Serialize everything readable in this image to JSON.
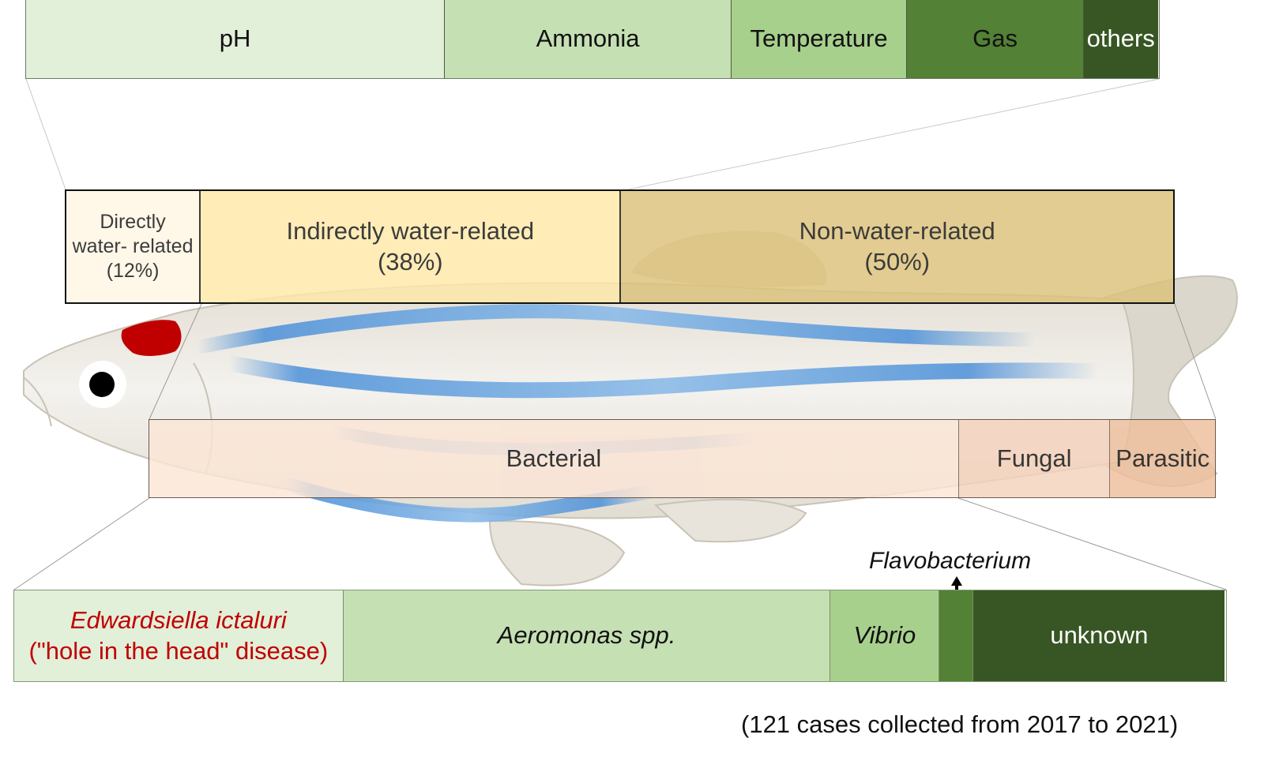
{
  "figure": {
    "footnote": "(121 cases collected from 2017 to 2021)"
  },
  "water_parameters_bar": {
    "segments": [
      {
        "label": "pH",
        "share": 36.9,
        "color": "#e2efd9",
        "text_color": "#111111"
      },
      {
        "label": "Ammonia",
        "share": 25.3,
        "color": "#c5e0b3",
        "text_color": "#111111"
      },
      {
        "label": "Temperature",
        "share": 15.5,
        "color": "#a8d08d",
        "text_color": "#111111"
      },
      {
        "label": "Gas",
        "share": 15.6,
        "color": "#538135",
        "text_color": "#111111"
      },
      {
        "label": "others",
        "share": 6.6,
        "color": "#375623",
        "text_color": "#ffffff"
      }
    ]
  },
  "main_category_bar": {
    "segments": [
      {
        "label_line1": "Directly",
        "label_line2": "water- related",
        "label_line3": "(12%)",
        "share": 12,
        "color": "#fff6e3",
        "text_color": "#111111"
      },
      {
        "label_line1": "Indirectly water-related",
        "label_line2": "(38%)",
        "share": 38,
        "color": "#ffe8a8",
        "text_color": "#111111"
      },
      {
        "label_line1": "Non-water-related",
        "label_line2": "(50%)",
        "share": 50,
        "color": "#dcc27a",
        "text_color": "#111111"
      }
    ]
  },
  "disease_type_bar": {
    "segments": [
      {
        "label": "Bacterial",
        "share": 75.9,
        "color": "#fbe5d6",
        "text_color": "#111111"
      },
      {
        "label": "Fungal",
        "share": 14.2,
        "color": "#f5d3bd",
        "text_color": "#111111"
      },
      {
        "label": "Parasitic",
        "share": 9.9,
        "color": "#efbf9d",
        "text_color": "#111111"
      }
    ]
  },
  "bacterial_pathogen_bar": {
    "segments": [
      {
        "label_line1": "Edwardsiella ictaluri",
        "label_line2": "(\"hole in the head\" disease)",
        "share": 27.1,
        "color": "#e2efd9",
        "text_color": "#c00000"
      },
      {
        "label": "Aeromonas spp.",
        "share": 40.2,
        "color": "#c5e0b3",
        "text_color": "#111111"
      },
      {
        "label": "Vibrio",
        "share": 9.0,
        "color": "#a8d08d",
        "text_color": "#111111"
      },
      {
        "label": "",
        "share": 2.8,
        "color": "#538135",
        "text_color": "#ffffff"
      },
      {
        "label": "unknown",
        "share": 20.8,
        "color": "#375623",
        "text_color": "#ffffff"
      }
    ],
    "callout_label": "Flavobacterium"
  },
  "illustration": {
    "subject": "zebrafish",
    "lesion_color": "#c00000",
    "stripe_color": "#4a8fd8",
    "body_color": "#dcd7cc"
  }
}
